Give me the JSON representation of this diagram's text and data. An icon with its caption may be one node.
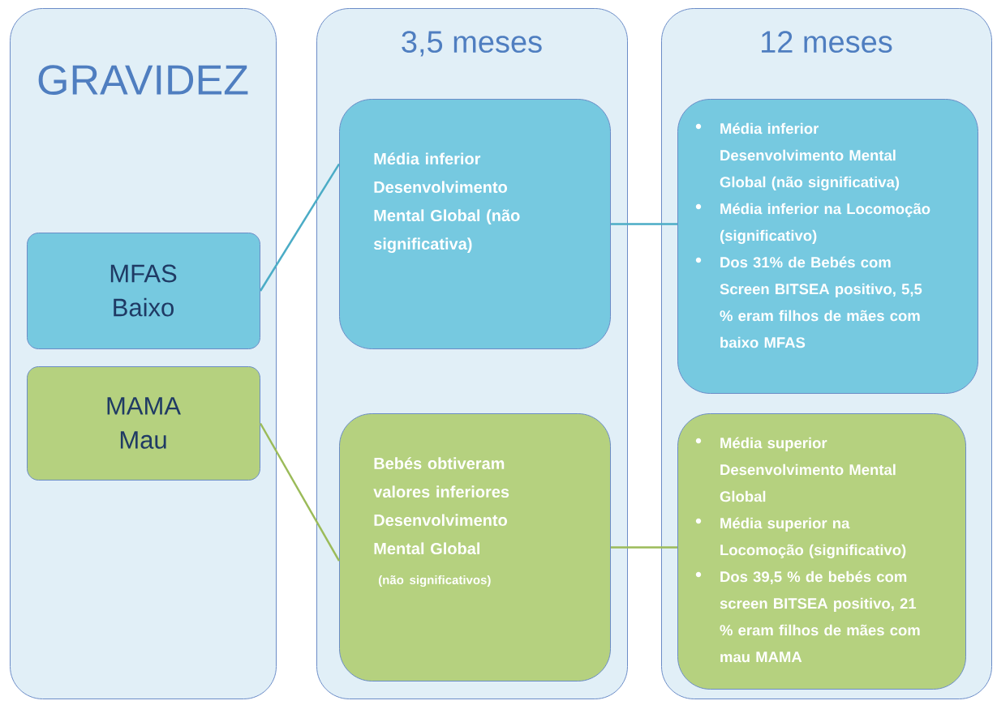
{
  "diagram": {
    "nodes": [
      {
        "text": [
          "GRAVIDEZ"
        ]
      },
      {
        "text": [
          "3,5 meses"
        ]
      },
      {
        "text": [
          "12 meses"
        ]
      },
      {
        "text": [
          "MFAS Baixo"
        ],
        "in": 0
      },
      {
        "text": [
          "MAMA Mau"
        ],
        "in": 0
      },
      {
        "text": [
          "Média inferior Desenvolvimento Mental Global (não significativa)"
        ],
        "in": 1
      },
      {
        "text": [
          "Bebés obtiveram valores inferiores Desenvolvimento Mental Global",
          "(não significativos)"
        ],
        "in": 1
      },
      {
        "text": [
          "Média inferior Desenvolvimento Mental Global (não significativa)",
          "Média inferior na Locomoção (significativo)",
          "Dos 31% de Bebés com Screen BITSEA positivo, 5,5 % eram filhos de mães com baixo MFAS"
        ],
        "in": 2
      },
      {
        "text": [
          "Média superior Desenvolvimento Mental Global",
          "Média superior na Locomoção (significativo)",
          "Dos 39,5 % de bebés com screen BITSEA positivo, 21 % eram filhos de mães com mau MAMA"
        ],
        "in": 2
      }
    ],
    "edges": [
      {
        "from": 3,
        "to": 5,
        "arrow": "none",
        "color": "#4bacc6"
      },
      {
        "from": 5,
        "to": 7,
        "arrow": "none",
        "color": "#4bacc6"
      },
      {
        "from": 4,
        "to": 6,
        "arrow": "none",
        "color": "#9bbb59"
      },
      {
        "from": 6,
        "to": 8,
        "arrow": "none",
        "color": "#9bbb59"
      }
    ]
  }
}
